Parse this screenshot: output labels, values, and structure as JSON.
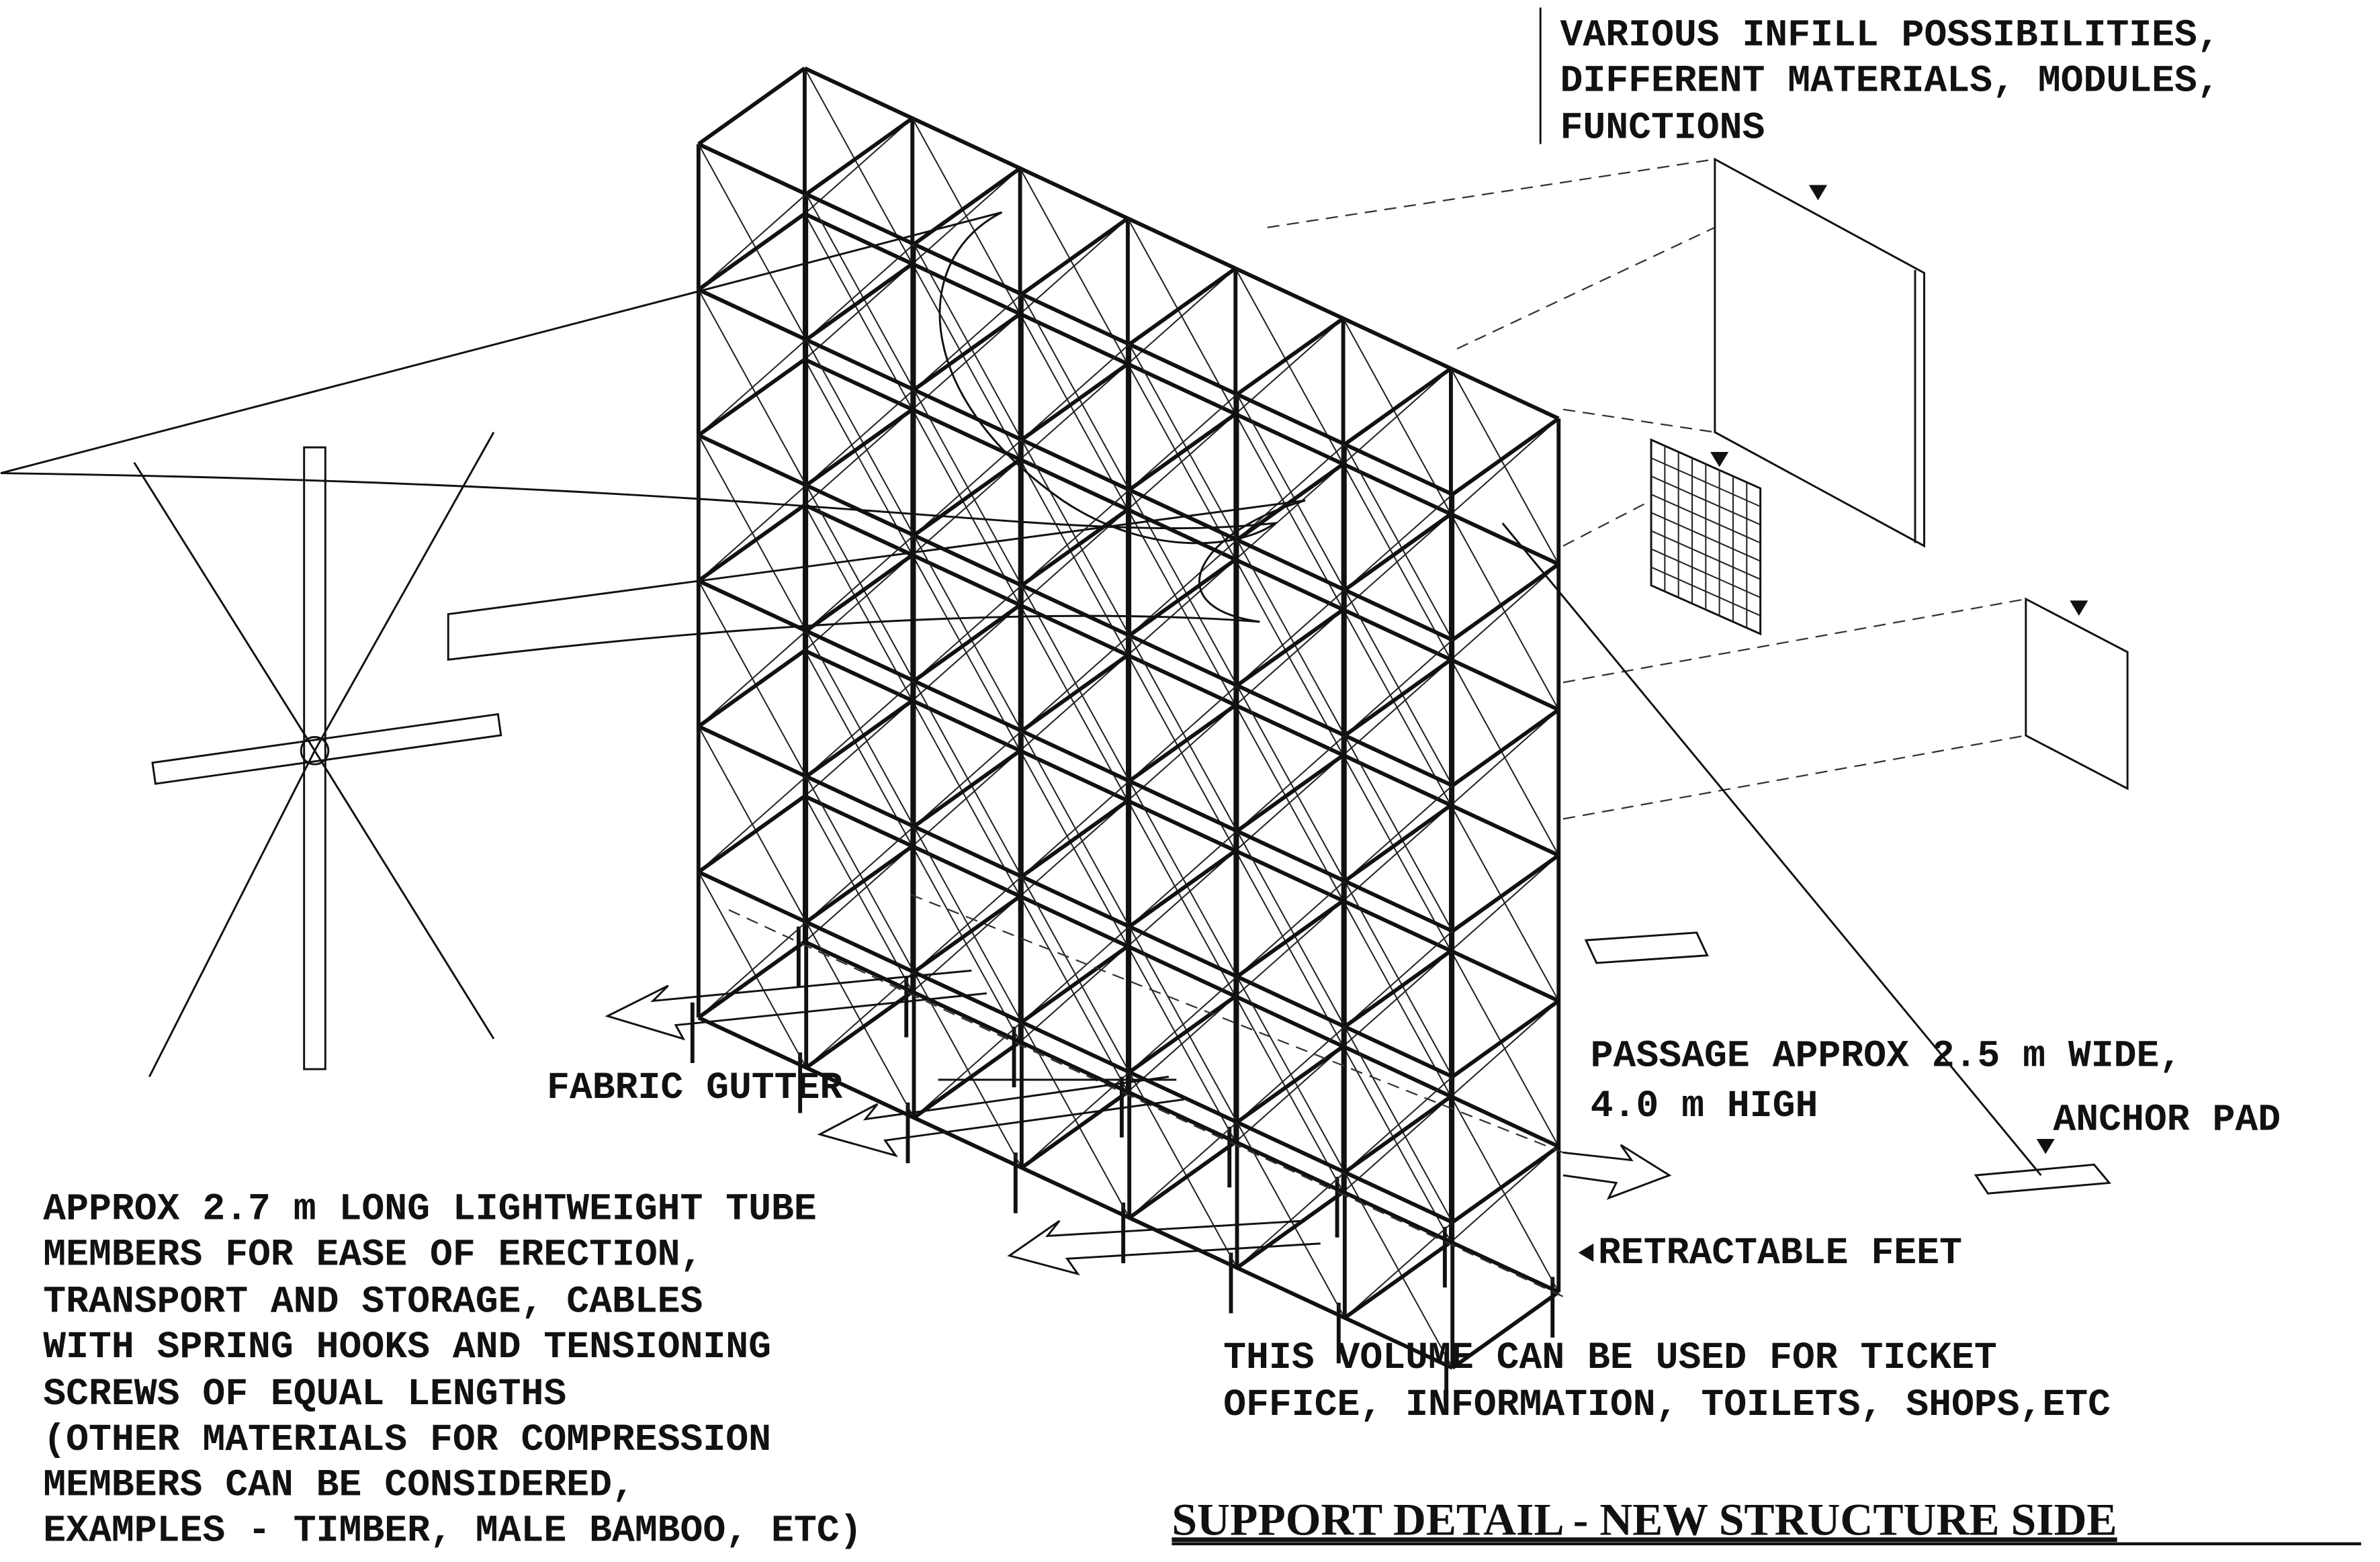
{
  "labels": {
    "infill": [
      "VARIOUS INFILL POSSIBILITIES,",
      "DIFFERENT MATERIALS, MODULES,",
      "FUNCTIONS"
    ],
    "passage": [
      "PASSAGE APPROX 2.5 m WIDE,",
      "4.0 m HIGH"
    ],
    "anchor_pad": "ANCHOR PAD",
    "fabric_gutter": "FABRIC GUTTER",
    "retractable_feet": "RETRACTABLE FEET",
    "volume": [
      "THIS VOLUME CAN BE USED FOR TICKET",
      "OFFICE, INFORMATION, TOILETS, SHOPS,ETC"
    ],
    "tubes": [
      "APPROX 2.7 m LONG LIGHTWEIGHT TUBE",
      "MEMBERS FOR EASE OF ERECTION,",
      "TRANSPORT AND STORAGE, CABLES",
      "WITH SPRING HOOKS AND TENSIONING",
      "SCREWS OF EQUAL LENGTHS",
      "(OTHER MATERIALS FOR COMPRESSION",
      "MEMBERS CAN BE CONSIDERED,",
      "EXAMPLES - TIMBER, MALE BAMBOO, ETC)"
    ]
  },
  "title": "SUPPORT DETAIL - NEW STRUCTURE SIDE"
}
